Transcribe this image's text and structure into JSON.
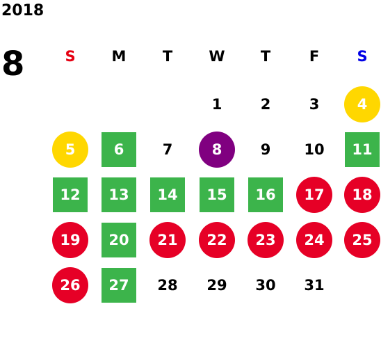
{
  "calendar": {
    "year": "2018",
    "month": "8",
    "weekdays": [
      {
        "label": "S",
        "color": "#e60012"
      },
      {
        "label": "M",
        "color": "#000000"
      },
      {
        "label": "T",
        "color": "#000000"
      },
      {
        "label": "W",
        "color": "#000000"
      },
      {
        "label": "T",
        "color": "#000000"
      },
      {
        "label": "F",
        "color": "#000000"
      },
      {
        "label": "S",
        "color": "#0000e6"
      }
    ],
    "styles": {
      "plain": {
        "shape": "plain"
      },
      "holiday_yellow": {
        "shape": "circle",
        "color": "#ffd700"
      },
      "holiday_purple": {
        "shape": "circle",
        "color": "#800080"
      },
      "holiday_red": {
        "shape": "circle",
        "color": "#e60026"
      },
      "workday_green": {
        "shape": "square",
        "color": "#3cb44b"
      }
    },
    "weeks": [
      [
        null,
        null,
        null,
        {
          "day": "1",
          "style": "plain"
        },
        {
          "day": "2",
          "style": "plain"
        },
        {
          "day": "3",
          "style": "plain"
        },
        {
          "day": "4",
          "style": "holiday_yellow"
        }
      ],
      [
        {
          "day": "5",
          "style": "holiday_yellow"
        },
        {
          "day": "6",
          "style": "workday_green"
        },
        {
          "day": "7",
          "style": "plain"
        },
        {
          "day": "8",
          "style": "holiday_purple"
        },
        {
          "day": "9",
          "style": "plain"
        },
        {
          "day": "10",
          "style": "plain"
        },
        {
          "day": "11",
          "style": "workday_green"
        }
      ],
      [
        {
          "day": "12",
          "style": "workday_green"
        },
        {
          "day": "13",
          "style": "workday_green"
        },
        {
          "day": "14",
          "style": "workday_green"
        },
        {
          "day": "15",
          "style": "workday_green"
        },
        {
          "day": "16",
          "style": "workday_green"
        },
        {
          "day": "17",
          "style": "holiday_red"
        },
        {
          "day": "18",
          "style": "holiday_red"
        }
      ],
      [
        {
          "day": "19",
          "style": "holiday_red"
        },
        {
          "day": "20",
          "style": "workday_green"
        },
        {
          "day": "21",
          "style": "holiday_red"
        },
        {
          "day": "22",
          "style": "holiday_red"
        },
        {
          "day": "23",
          "style": "holiday_red"
        },
        {
          "day": "24",
          "style": "holiday_red"
        },
        {
          "day": "25",
          "style": "holiday_red"
        }
      ],
      [
        {
          "day": "26",
          "style": "holiday_red"
        },
        {
          "day": "27",
          "style": "workday_green"
        },
        {
          "day": "28",
          "style": "plain"
        },
        {
          "day": "29",
          "style": "plain"
        },
        {
          "day": "30",
          "style": "plain"
        },
        {
          "day": "31",
          "style": "plain"
        },
        null
      ]
    ]
  }
}
